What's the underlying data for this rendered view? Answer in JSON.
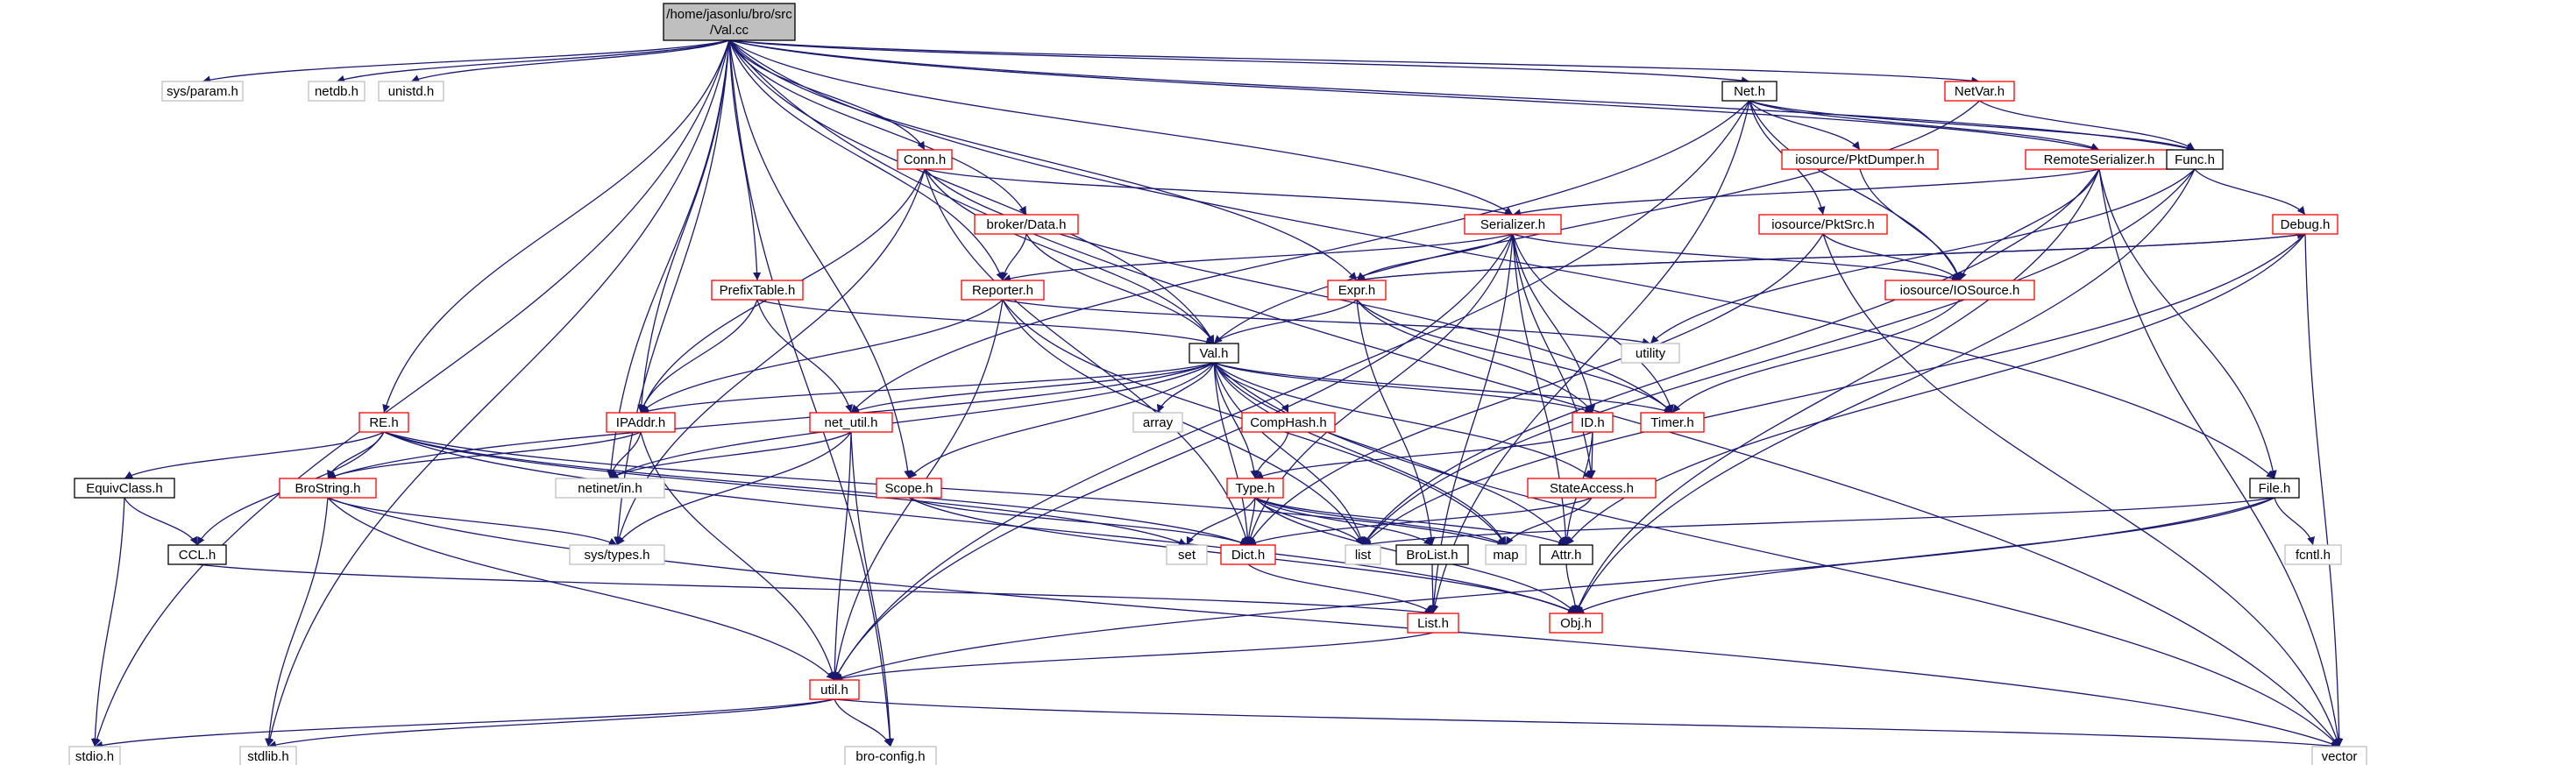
{
  "colors": {
    "edge": "#191970",
    "documented_border": "#ff0000",
    "undocumented_border": "#000000",
    "system_border": "#bfbfbf",
    "root_fill": "#bfbfbf"
  },
  "nodes": {
    "root_line1": "/home/jasonlu/bro/src",
    "root_line2": "/Val.cc",
    "sys_param": "sys/param.h",
    "netdb": "netdb.h",
    "unistd": "unistd.h",
    "net": "Net.h",
    "netvar": "NetVar.h",
    "pktdumper": "iosource/PktDumper.h",
    "remoteserializer": "RemoteSerializer.h",
    "func": "Func.h",
    "conn": "Conn.h",
    "pktsrc": "iosource/PktSrc.h",
    "broker_data": "broker/Data.h",
    "serializer": "Serializer.h",
    "debug": "Debug.h",
    "prefixtable": "PrefixTable.h",
    "reporter": "Reporter.h",
    "expr": "Expr.h",
    "iosource": "iosource/IOSource.h",
    "utility": "utility",
    "val": "Val.h",
    "re": "RE.h",
    "ipaddr": "IPAddr.h",
    "net_util": "net_util.h",
    "array": "array",
    "comphash": "CompHash.h",
    "id": "ID.h",
    "timer": "Timer.h",
    "equivclass": "EquivClass.h",
    "brostring": "BroString.h",
    "netinet_in": "netinet/in.h",
    "scope": "Scope.h",
    "type": "Type.h",
    "stateaccess": "StateAccess.h",
    "file": "File.h",
    "ccl": "CCL.h",
    "sys_types": "sys/types.h",
    "set": "set",
    "dict": "Dict.h",
    "list": "list",
    "brolist": "BroList.h",
    "map": "map",
    "attr": "Attr.h",
    "fcntl": "fcntl.h",
    "list_h": "List.h",
    "obj": "Obj.h",
    "util": "util.h",
    "stdio": "stdio.h",
    "stdlib": "stdlib.h",
    "bro_config": "bro-config.h",
    "vector": "vector"
  }
}
